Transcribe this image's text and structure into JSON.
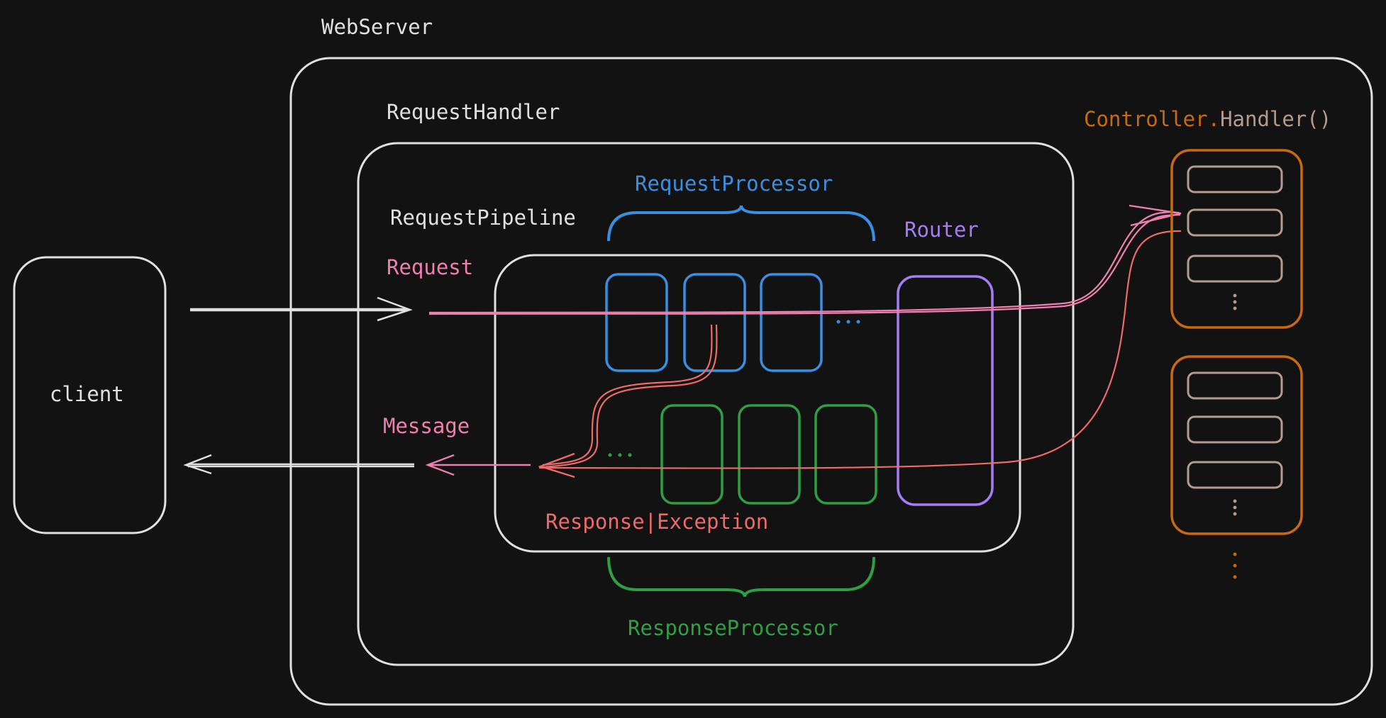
{
  "labels": {
    "webserver": "WebServer",
    "request_handler": "RequestHandler",
    "request_pipeline": "RequestPipeline",
    "request_processor": "RequestProcessor",
    "router": "Router",
    "request": "Request",
    "message": "Message",
    "response_exception": "Response|Exception",
    "response_processor": "ResponseProcessor",
    "client": "client",
    "controller_prefix": "Controller.",
    "controller_suffix": "Handler()",
    "ellipsis_request": "...",
    "ellipsis_response": "..."
  },
  "colors": {
    "background": "#121212",
    "outline": "#e0e0e0",
    "request_processor": "#3b8fe0",
    "response_processor": "#2ea043",
    "router": "#a67cf5",
    "request": "#f07fb0",
    "response": "#f06a6a",
    "controller": "#c96a0e",
    "controller_slot": "#b59b8e"
  }
}
